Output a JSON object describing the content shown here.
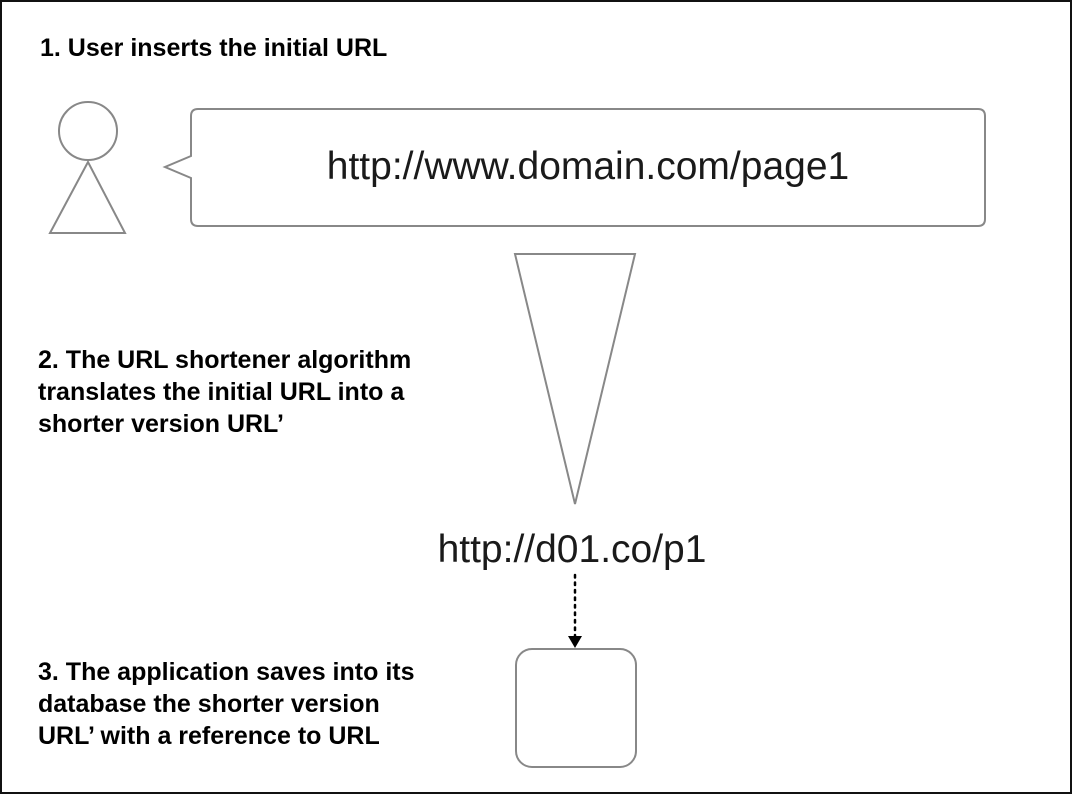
{
  "steps": {
    "step1": {
      "lines": [
        "1. User inserts the initial URL"
      ]
    },
    "step2": {
      "lines": [
        "2. The URL shortener algorithm",
        "translates the initial URL into a",
        "shorter version URL’"
      ]
    },
    "step3": {
      "lines": [
        "3. The application saves into its",
        "database the shorter version",
        "URL’ with a reference to URL"
      ]
    }
  },
  "urls": {
    "initial": "http://www.domain.com/page1",
    "short": "http://d01.co/p1"
  },
  "colors": {
    "frame_border": "#111111",
    "shape_stroke": "#888888",
    "text": "#000000",
    "arrow": "#000000"
  }
}
